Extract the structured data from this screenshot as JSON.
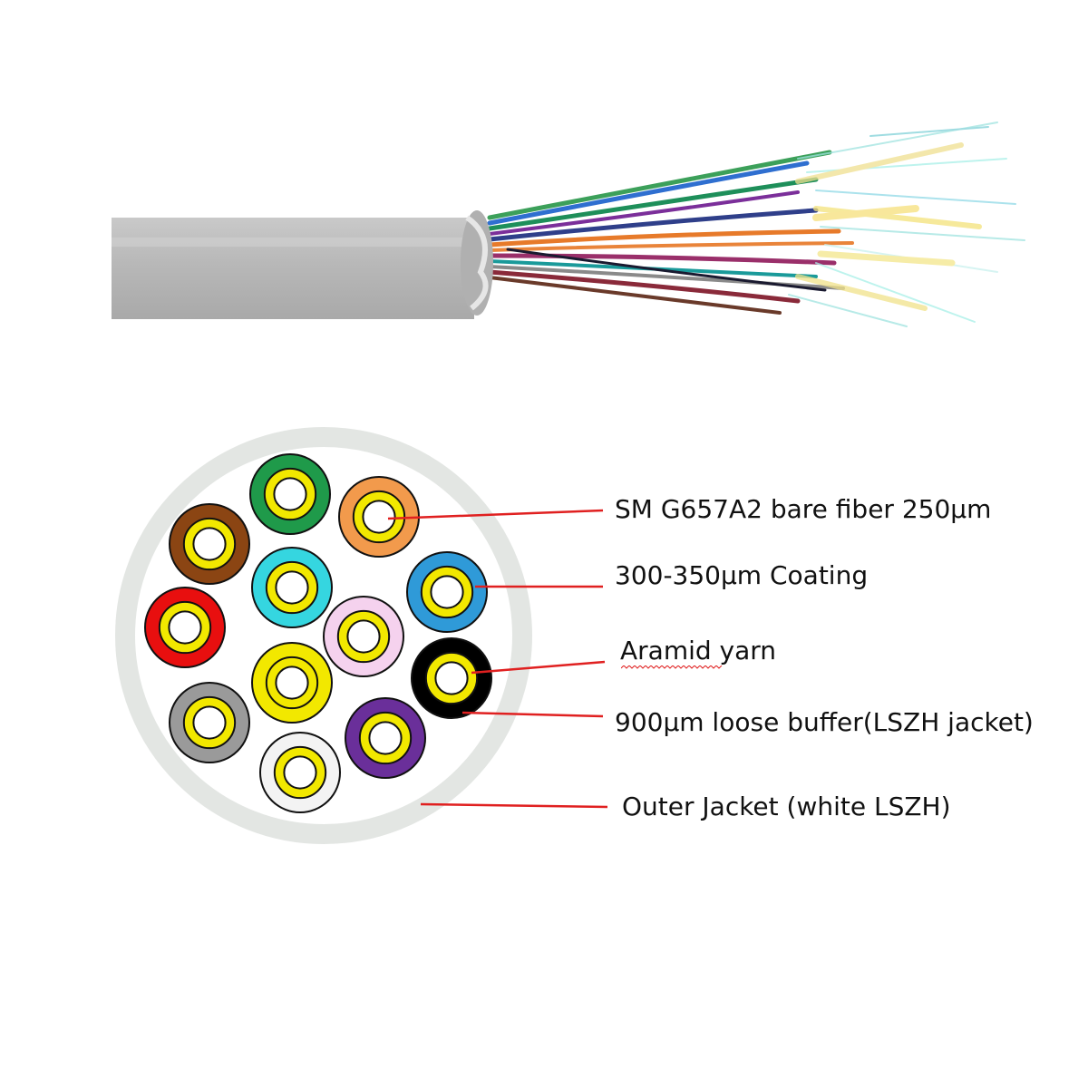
{
  "labels": {
    "bare_fiber": "SM G657A2 bare fiber 250µm",
    "coating": "300-350µm Coating",
    "aramid": "Aramid yarn",
    "loose_buffer": "900µm loose buffer(LSZH jacket)",
    "outer_jacket": "Outer Jacket (white LSZH)"
  },
  "colors": {
    "leader_line": "#e02020",
    "outer_jacket": "#e3e6e3",
    "cable_jacket": "#b9b9b9",
    "aramid_yarn": "#f2e800",
    "bare_fiber": "#ffffff"
  },
  "fibers": [
    {
      "name": "green",
      "color": "#1f9a4a"
    },
    {
      "name": "orange",
      "color": "#f29a4c"
    },
    {
      "name": "brown",
      "color": "#8b4513"
    },
    {
      "name": "aqua",
      "color": "#35d6e0"
    },
    {
      "name": "blue",
      "color": "#2f9ad8"
    },
    {
      "name": "red",
      "color": "#e80f0f"
    },
    {
      "name": "rose",
      "color": "#f5d2ee"
    },
    {
      "name": "yellow",
      "color": "#f2e800"
    },
    {
      "name": "black",
      "color": "#000000"
    },
    {
      "name": "slate",
      "color": "#9a9a9a"
    },
    {
      "name": "violet",
      "color": "#6a2f9a"
    },
    {
      "name": "white",
      "color": "#f3f3f3"
    }
  ]
}
